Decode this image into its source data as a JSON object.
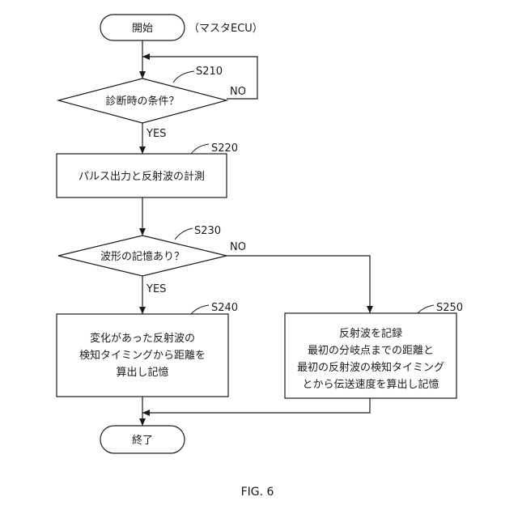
{
  "diagram": {
    "start": {
      "label": "開始",
      "note": "（マスタECU）"
    },
    "s210": {
      "id": "S210",
      "label": "診断時の条件？",
      "yes": "YES",
      "no": "NO"
    },
    "s220": {
      "id": "S220",
      "label": "パルス出力と反射波の計測"
    },
    "s230": {
      "id": "S230",
      "label": "波形の記憶あり？",
      "yes": "YES",
      "no": "NO"
    },
    "s240": {
      "id": "S240",
      "lines": [
        "変化があった反射波の",
        "検知タイミングから距離を",
        "算出し記憶"
      ]
    },
    "s250": {
      "id": "S250",
      "lines": [
        "反射波を記録",
        "最初の分岐点までの距離と",
        "最初の反射波の検知タイミング",
        "とから伝送速度を算出し記憶"
      ]
    },
    "end": {
      "label": "終了"
    },
    "caption": "FIG. 6"
  }
}
